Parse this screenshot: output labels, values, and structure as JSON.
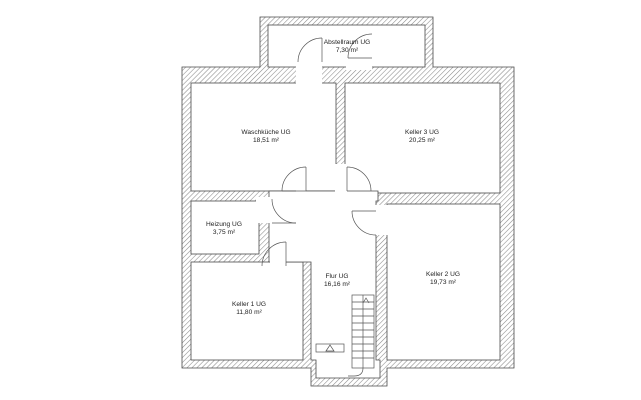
{
  "colors": {
    "wall_outline": "#4a4a4a",
    "hatch": "#8a8a8a",
    "wall_fill": "#ffffff",
    "text": "#222222",
    "door_line": "#555555"
  },
  "rooms": [
    {
      "id": "abstellraum",
      "name": "Abstellraum UG",
      "area": "7,30 m²"
    },
    {
      "id": "waschkueche",
      "name": "Waschküche UG",
      "area": "18,51 m²"
    },
    {
      "id": "keller3",
      "name": "Keller 3 UG",
      "area": "20,25 m²"
    },
    {
      "id": "heizung",
      "name": "Heizung UG",
      "area": "3,75 m²"
    },
    {
      "id": "flur",
      "name": "Flur UG",
      "area": "16,16 m²"
    },
    {
      "id": "keller2",
      "name": "Keller 2 UG",
      "area": "19,73 m²"
    },
    {
      "id": "keller1",
      "name": "Keller 1 UG",
      "area": "11,80 m²"
    }
  ]
}
